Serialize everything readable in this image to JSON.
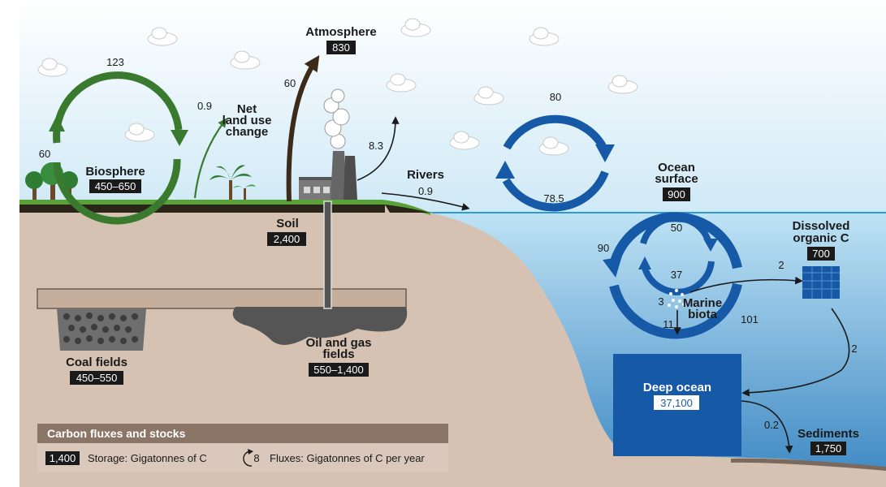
{
  "labels": {
    "atmosphere": "Atmosphere",
    "net_land_use_1": "Net",
    "net_land_use_2": "land use",
    "net_land_use_3": "change",
    "biosphere": "Biosphere",
    "rivers": "Rivers",
    "ocean_surface_1": "Ocean",
    "ocean_surface_2": "surface",
    "dissolved_1": "Dissolved",
    "dissolved_2": "organic C",
    "marine_biota_1": "Marine",
    "marine_biota_2": "biota",
    "deep_ocean": "Deep ocean",
    "sediments": "Sediments",
    "soil": "Soil",
    "oil_gas_1": "Oil and gas",
    "oil_gas_2": "fields",
    "coal_fields": "Coal fields"
  },
  "values": {
    "atmosphere": "830",
    "biosphere": "450–650",
    "ocean_surface": "900",
    "dissolved": "700",
    "deep_ocean": "37,100",
    "sediments": "1,750",
    "soil": "2,400",
    "oil_gas": "550–1,400",
    "coal_fields": "450–550"
  },
  "fluxes": {
    "biosphere_up": "123",
    "biosphere_down": "60",
    "land_use": "0.9",
    "soil_atmosphere": "60",
    "fossil": "8.3",
    "rivers": "0.9",
    "ocean_down": "80",
    "ocean_up": "78.5",
    "inner_top": "50",
    "inner_bottom": "37",
    "outer_left": "90",
    "outer_right": "101",
    "doc": "2",
    "doc_deep": "2",
    "biota": "3",
    "biota_sink": "11",
    "sediment": "0.2"
  },
  "legend": {
    "title": "Carbon fluxes and stocks",
    "storage_example": "1,400",
    "storage_text": "Storage: Gigatonnes of C",
    "flux_example": "8",
    "flux_text": "Fluxes: Gigatonnes of C per year"
  },
  "colors": {
    "land_cycle": "#3a7a2e",
    "ocean_cycle": "#1659a6",
    "value_box": "#1a1a1a",
    "ground": "#d6c2b2",
    "legend_header": "#8b7566"
  }
}
